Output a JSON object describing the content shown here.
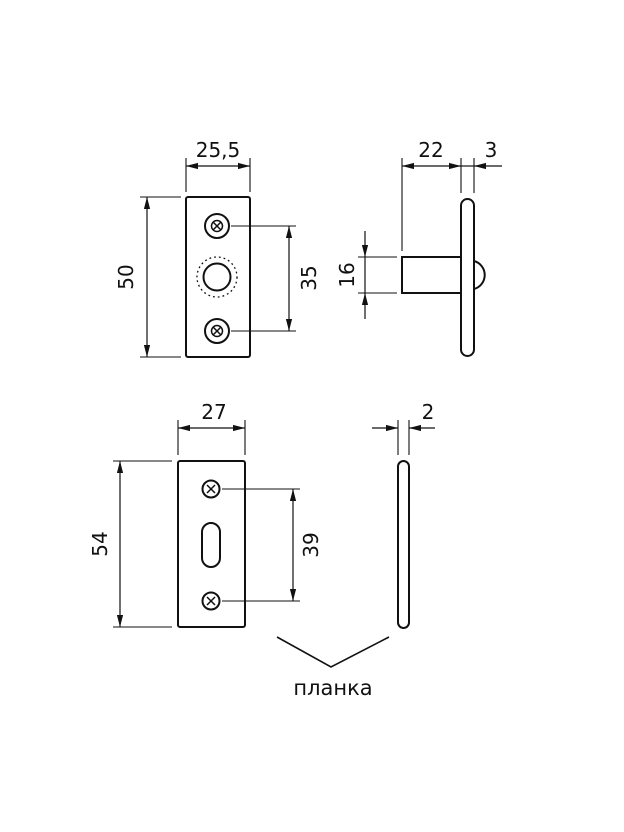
{
  "drawing": {
    "type": "technical-dimension-drawing",
    "views": {
      "top_front": {
        "dim_width": "25,5",
        "dim_height": "50",
        "dim_hole_spacing": "35"
      },
      "top_side": {
        "dim_depth": "22",
        "dim_flange_thickness": "3",
        "dim_barrel_height": "16"
      },
      "bottom_front": {
        "dim_width": "27",
        "dim_height": "54",
        "dim_hole_spacing": "39"
      },
      "bottom_side": {
        "dim_thickness": "2"
      }
    },
    "callout": {
      "label": "планка"
    },
    "colors": {
      "line": "#111111",
      "background": "#ffffff"
    }
  }
}
